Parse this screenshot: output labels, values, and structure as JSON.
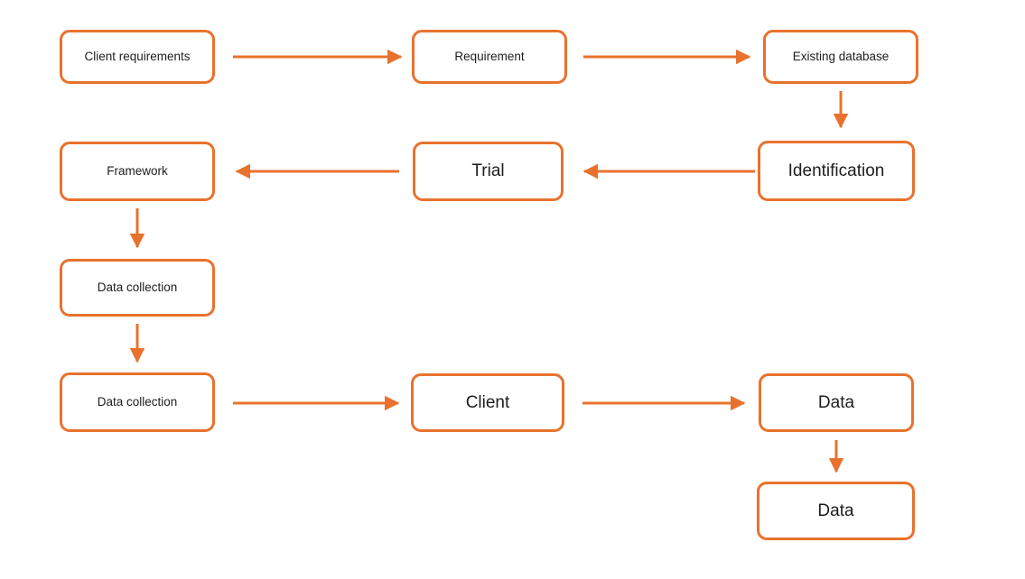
{
  "diagram": {
    "type": "flowchart",
    "colors": {
      "accent": "#E8722D",
      "text": "#1D1D1D",
      "background": "#FFFFFF"
    },
    "nodes": [
      {
        "id": "client-requirements",
        "label": "Client requirements",
        "emphasis": "small"
      },
      {
        "id": "requirement",
        "label": "Requirement",
        "emphasis": "small"
      },
      {
        "id": "existing-database",
        "label": "Existing database",
        "emphasis": "small"
      },
      {
        "id": "framework",
        "label": "Framework",
        "emphasis": "small"
      },
      {
        "id": "trial",
        "label": "Trial",
        "emphasis": "large"
      },
      {
        "id": "identification",
        "label": "Identification",
        "emphasis": "large"
      },
      {
        "id": "data-collection-1",
        "label": "Data collection",
        "emphasis": "small"
      },
      {
        "id": "data-collection-2",
        "label": "Data collection",
        "emphasis": "small"
      },
      {
        "id": "client",
        "label": "Client",
        "emphasis": "large"
      },
      {
        "id": "data-1",
        "label": "Data",
        "emphasis": "large"
      },
      {
        "id": "data-2",
        "label": "Data",
        "emphasis": "large"
      }
    ],
    "edges": [
      {
        "from": "client-requirements",
        "to": "requirement",
        "direction": "right"
      },
      {
        "from": "requirement",
        "to": "existing-database",
        "direction": "right"
      },
      {
        "from": "existing-database",
        "to": "identification",
        "direction": "down"
      },
      {
        "from": "identification",
        "to": "trial",
        "direction": "left"
      },
      {
        "from": "trial",
        "to": "framework",
        "direction": "left"
      },
      {
        "from": "framework",
        "to": "data-collection-1",
        "direction": "down"
      },
      {
        "from": "data-collection-1",
        "to": "data-collection-2",
        "direction": "down"
      },
      {
        "from": "data-collection-2",
        "to": "client",
        "direction": "right"
      },
      {
        "from": "client",
        "to": "data-1",
        "direction": "right"
      },
      {
        "from": "data-1",
        "to": "data-2",
        "direction": "down"
      }
    ]
  }
}
